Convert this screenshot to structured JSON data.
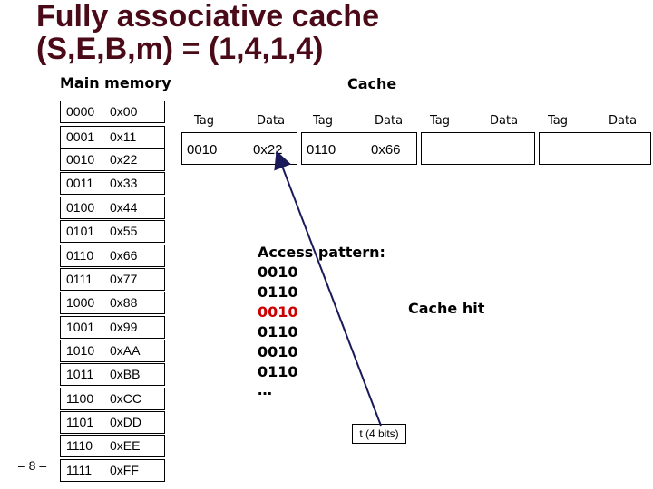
{
  "title": {
    "line1": "Fully associative cache",
    "line2": "(S,E,B,m) = (1,4,1,4)"
  },
  "labels": {
    "main_memory": "Main memory",
    "cache": "Cache",
    "page_number": "– 8 –",
    "cache_hit": "Cache hit",
    "t_bits": "t (4 bits)"
  },
  "memory": [
    {
      "addr": "0000",
      "val": "0x00"
    },
    {
      "addr": "0001",
      "val": "0x11"
    },
    {
      "addr": "0010",
      "val": "0x22"
    },
    {
      "addr": "0011",
      "val": "0x33"
    },
    {
      "addr": "0100",
      "val": "0x44"
    },
    {
      "addr": "0101",
      "val": "0x55"
    },
    {
      "addr": "0110",
      "val": "0x66"
    },
    {
      "addr": "0111",
      "val": "0x77"
    },
    {
      "addr": "1000",
      "val": "0x88"
    },
    {
      "addr": "1001",
      "val": "0x99"
    },
    {
      "addr": "1010",
      "val": "0xAA"
    },
    {
      "addr": "1011",
      "val": "0xBB"
    },
    {
      "addr": "1100",
      "val": "0xCC"
    },
    {
      "addr": "1101",
      "val": "0xDD"
    },
    {
      "addr": "1110",
      "val": "0xEE"
    },
    {
      "addr": "1111",
      "val": "0xFF"
    }
  ],
  "cache": {
    "headers": [
      "Tag",
      "Data",
      "Tag",
      "Data",
      "Tag",
      "Data",
      "Tag",
      "Data"
    ],
    "lines": [
      {
        "tag": "0010",
        "data": "0x22"
      },
      {
        "tag": "0110",
        "data": "0x66"
      },
      {
        "tag": "",
        "data": ""
      },
      {
        "tag": "",
        "data": ""
      }
    ]
  },
  "access_pattern": {
    "heading": "Access pattern:",
    "items": [
      "0010",
      "0110",
      "0010",
      "0110",
      "0010",
      "0110",
      "…"
    ],
    "highlight_color": "#cc0000"
  },
  "colors": {
    "title": "#4a0a18",
    "arrow": "#1a1a5a"
  }
}
